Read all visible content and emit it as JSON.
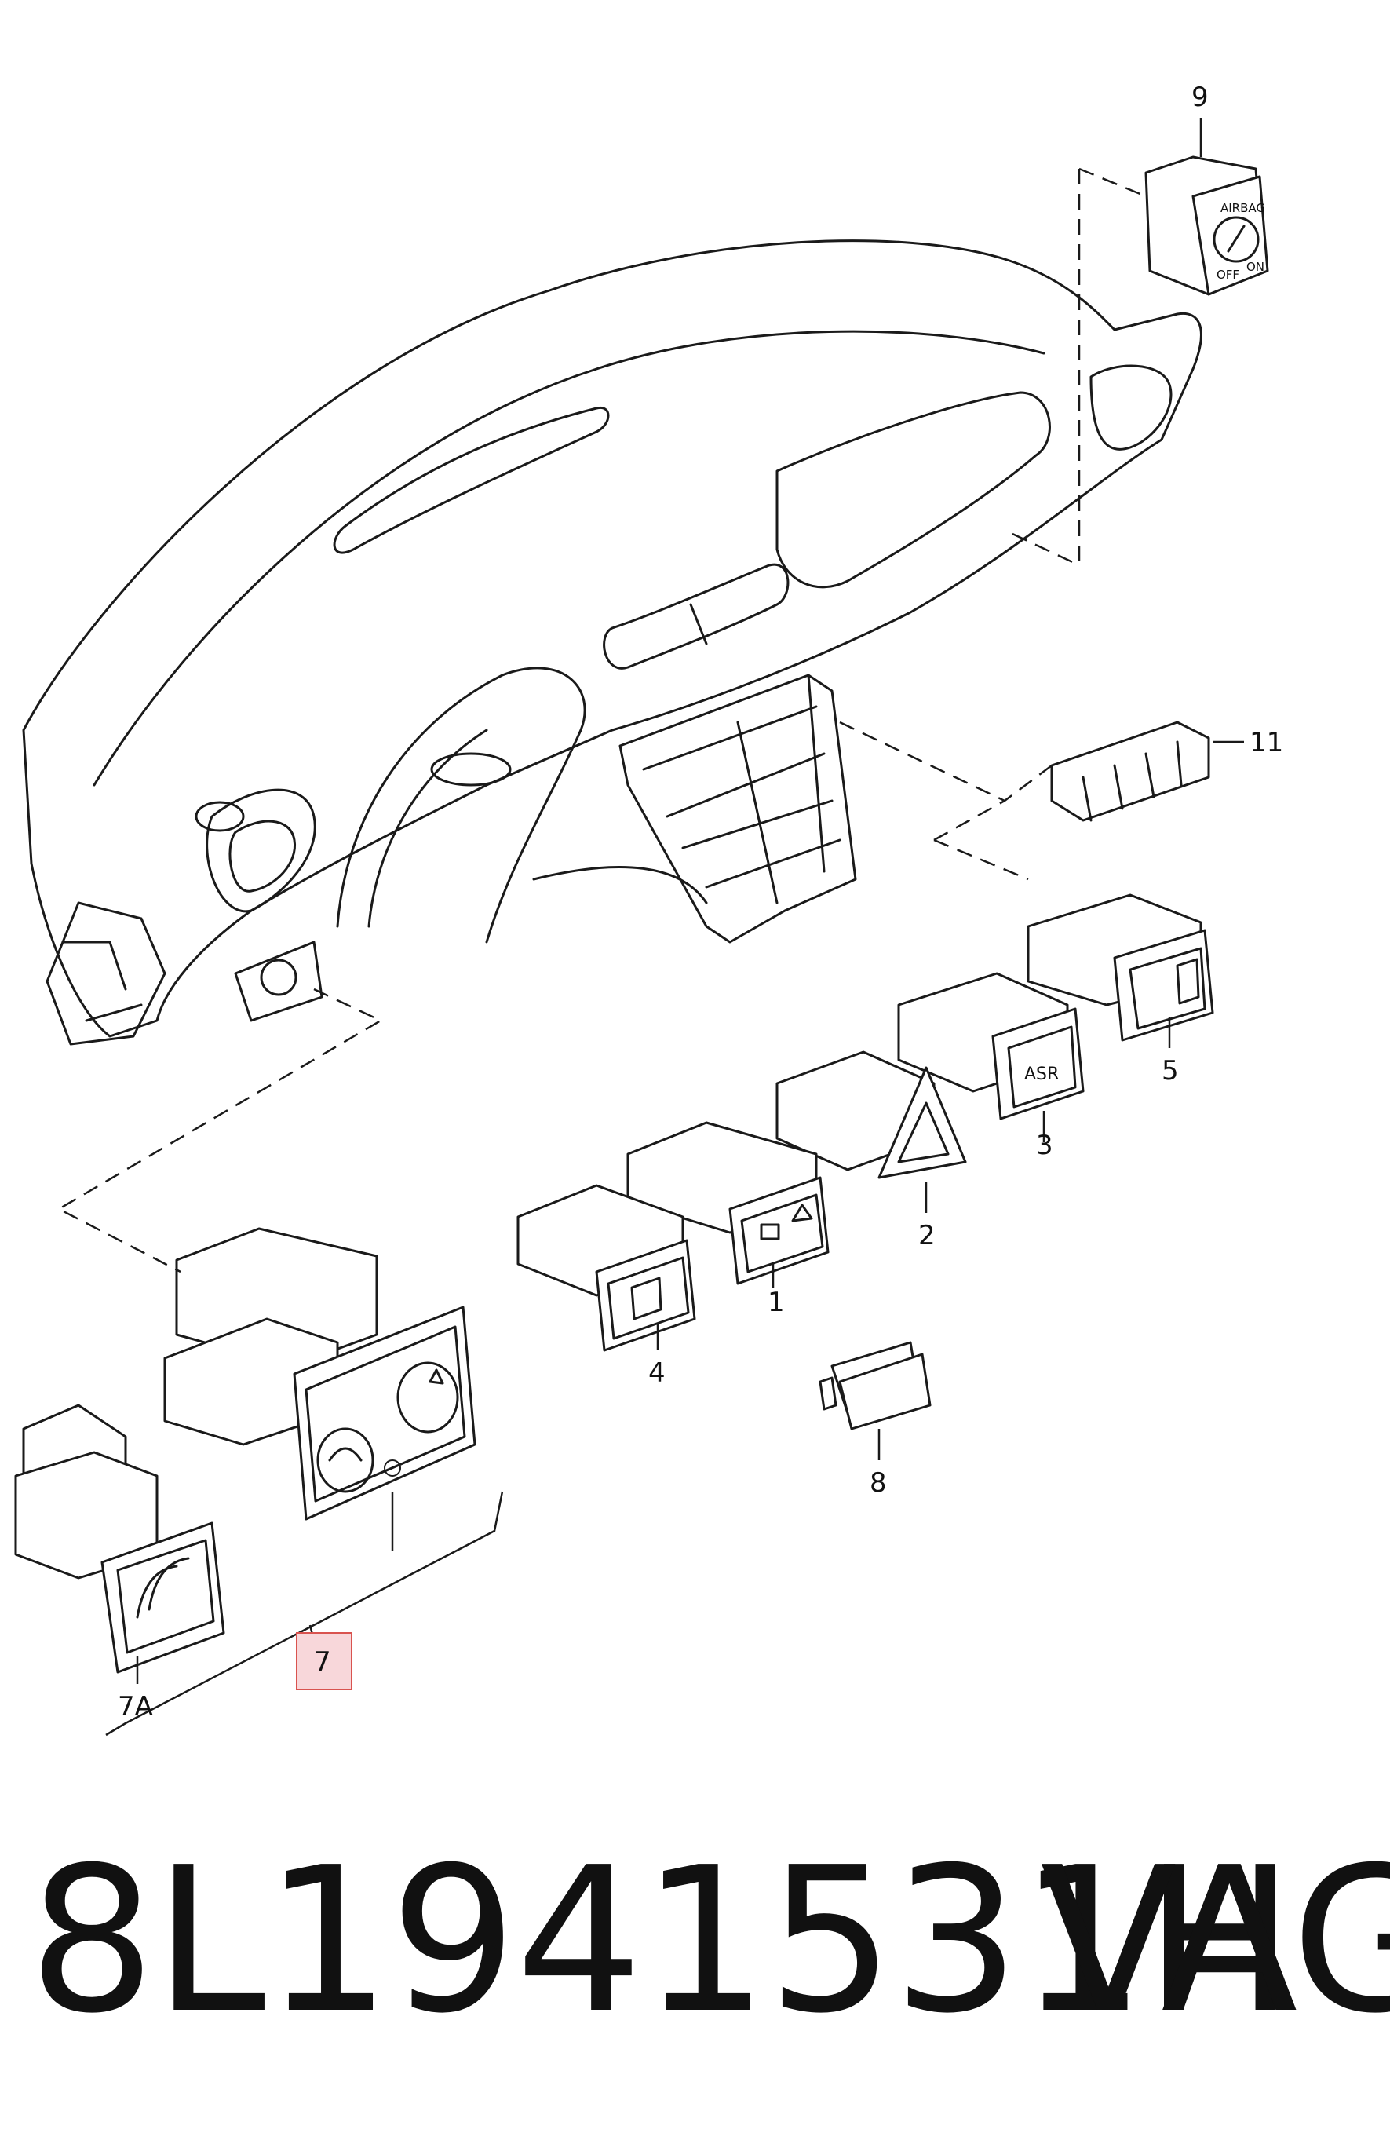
{
  "diagram": {
    "callouts": {
      "c9": "9",
      "c11": "11",
      "c5": "5",
      "c3": "3",
      "c2": "2",
      "c1": "1",
      "c4": "4",
      "c8": "8",
      "c7": "7",
      "c7a": "7A"
    },
    "switch_markings": {
      "airbag_label": "AIRBAG",
      "airbag_off": "OFF",
      "airbag_on": "ON",
      "asr_label": "ASR"
    },
    "highlighted_callout": "7",
    "highlight_color": "#f8d7da",
    "highlight_border_color": "#d9534f"
  },
  "footer": {
    "part_number": "8L1941531H",
    "brand": "VAG"
  }
}
